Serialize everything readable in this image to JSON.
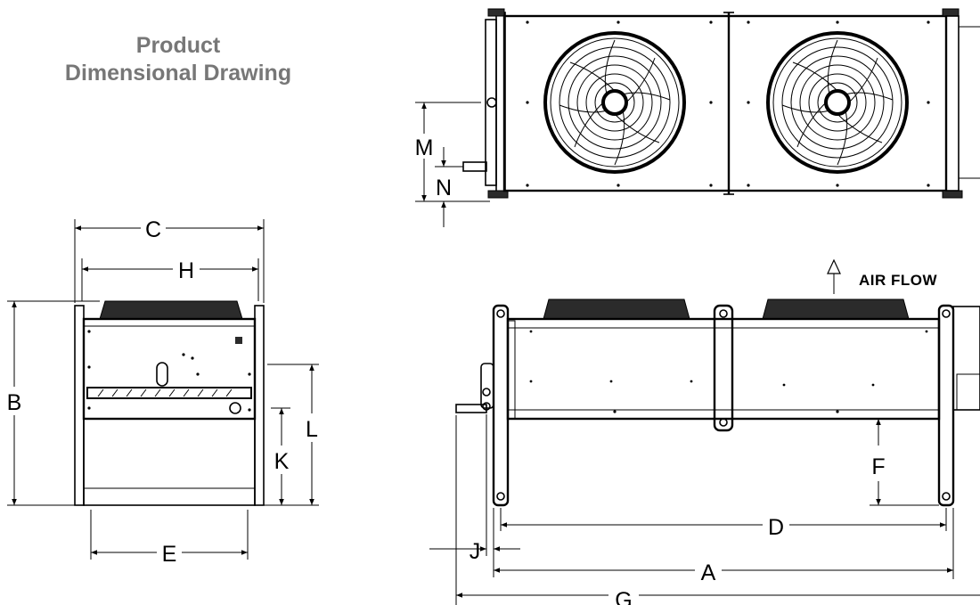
{
  "title": {
    "line1": "Product",
    "line2": "Dimensional Drawing"
  },
  "labels": {
    "airflow": "AIR FLOW",
    "A": "A",
    "B": "B",
    "C": "C",
    "D": "D",
    "E": "E",
    "F": "F",
    "G": "G",
    "H": "H",
    "J": "J",
    "K": "K",
    "L": "L",
    "M": "M",
    "N": "N"
  }
}
